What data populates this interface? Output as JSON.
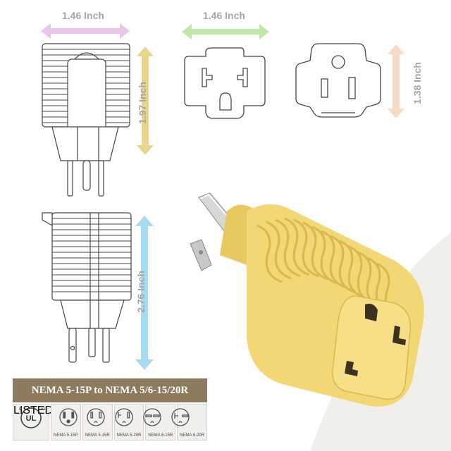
{
  "dimensions": {
    "top_left_width": "1.46 Inch",
    "top_center_width": "1.46 Inch",
    "left_height": "1.97 Inch",
    "right_height": "1.38 Inch",
    "bottom_height": "2.76 Inch"
  },
  "colors": {
    "pink_arrow": "#e9c6ea",
    "green_arrow": "#bfe7a8",
    "yellow_arrow": "#e6d78c",
    "peach_arrow": "#f6dcc6",
    "blue_arrow": "#a7dbf2",
    "adapter_yellow": "#f2d774",
    "banner_brown": "#8c7b5d"
  },
  "banner": {
    "title": "NEMA 5-15P to NEMA 5/6-15/20R"
  },
  "icons": [
    {
      "name": "ul-listed-icon",
      "label": "",
      "badge": "LISTED"
    },
    {
      "name": "nema-5-15p-icon",
      "label": "NEMA 5-15P"
    },
    {
      "name": "nema-5-15r-icon",
      "label": "NEMA 5-15R"
    },
    {
      "name": "nema-5-20r-icon",
      "label": "NEMA 5-20R"
    },
    {
      "name": "nema-6-15r-icon",
      "label": "NEMA 6-15R"
    },
    {
      "name": "nema-6-20r-icon",
      "label": "NEMA 6-20R"
    }
  ]
}
